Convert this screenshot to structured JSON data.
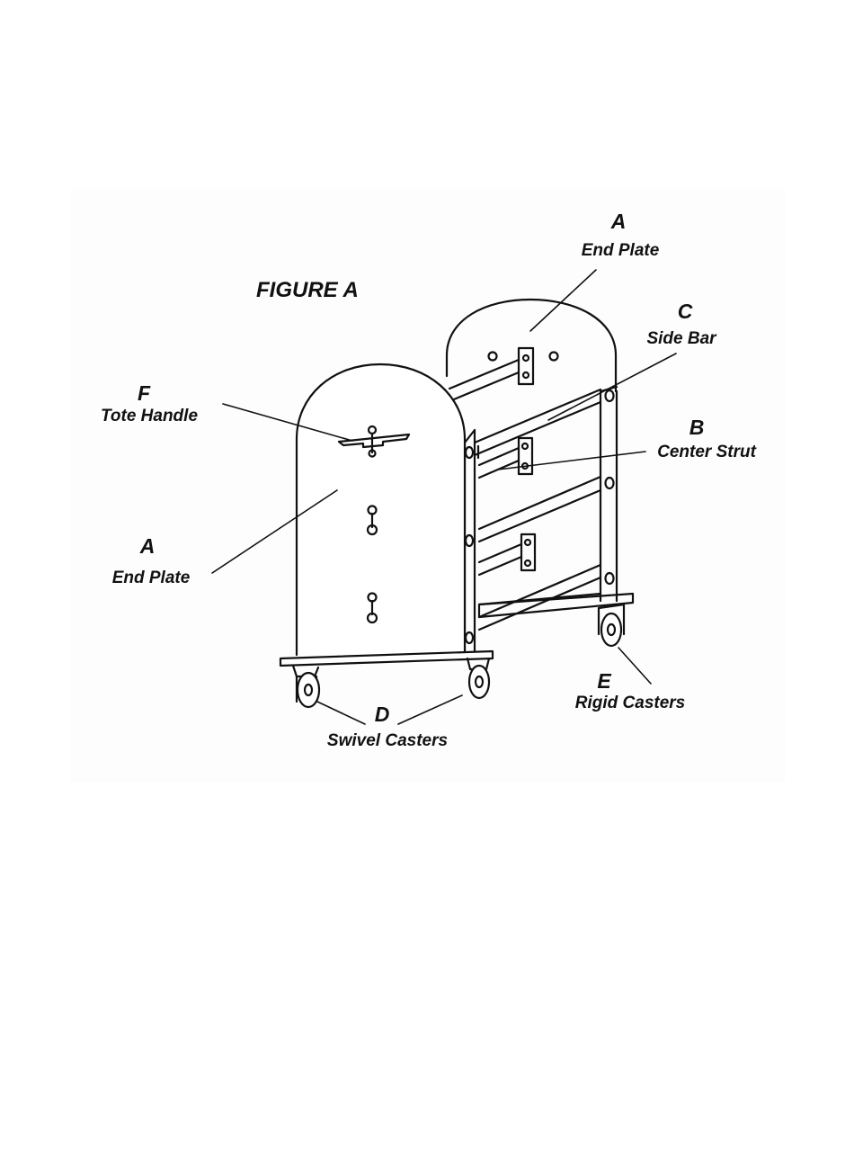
{
  "figure": {
    "title": "FIGURE A",
    "labels": {
      "end_plate_rear": {
        "letter": "A",
        "name": "End Plate"
      },
      "side_bar": {
        "letter": "C",
        "name": "Side Bar"
      },
      "center_strut": {
        "letter": "B",
        "name": "Center Strut"
      },
      "tote_handle": {
        "letter": "F",
        "name": "Tote Handle"
      },
      "end_plate_front": {
        "letter": "A",
        "name": "End Plate"
      },
      "rigid_casters": {
        "letter": "E",
        "name": "Rigid Casters"
      },
      "swivel_casters": {
        "letter": "D",
        "name": "Swivel Casters"
      }
    }
  }
}
